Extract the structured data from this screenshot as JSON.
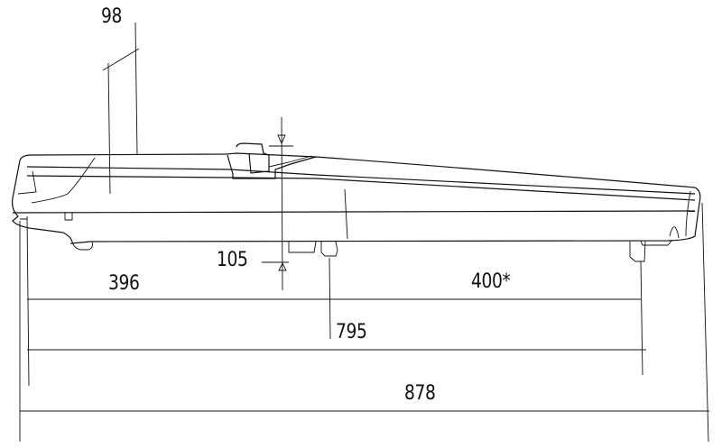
{
  "drawing": {
    "dimensions": {
      "width_98": "98",
      "height_105": "105",
      "d396": "396",
      "d400": "400*",
      "d795": "795",
      "d878": "878"
    }
  }
}
